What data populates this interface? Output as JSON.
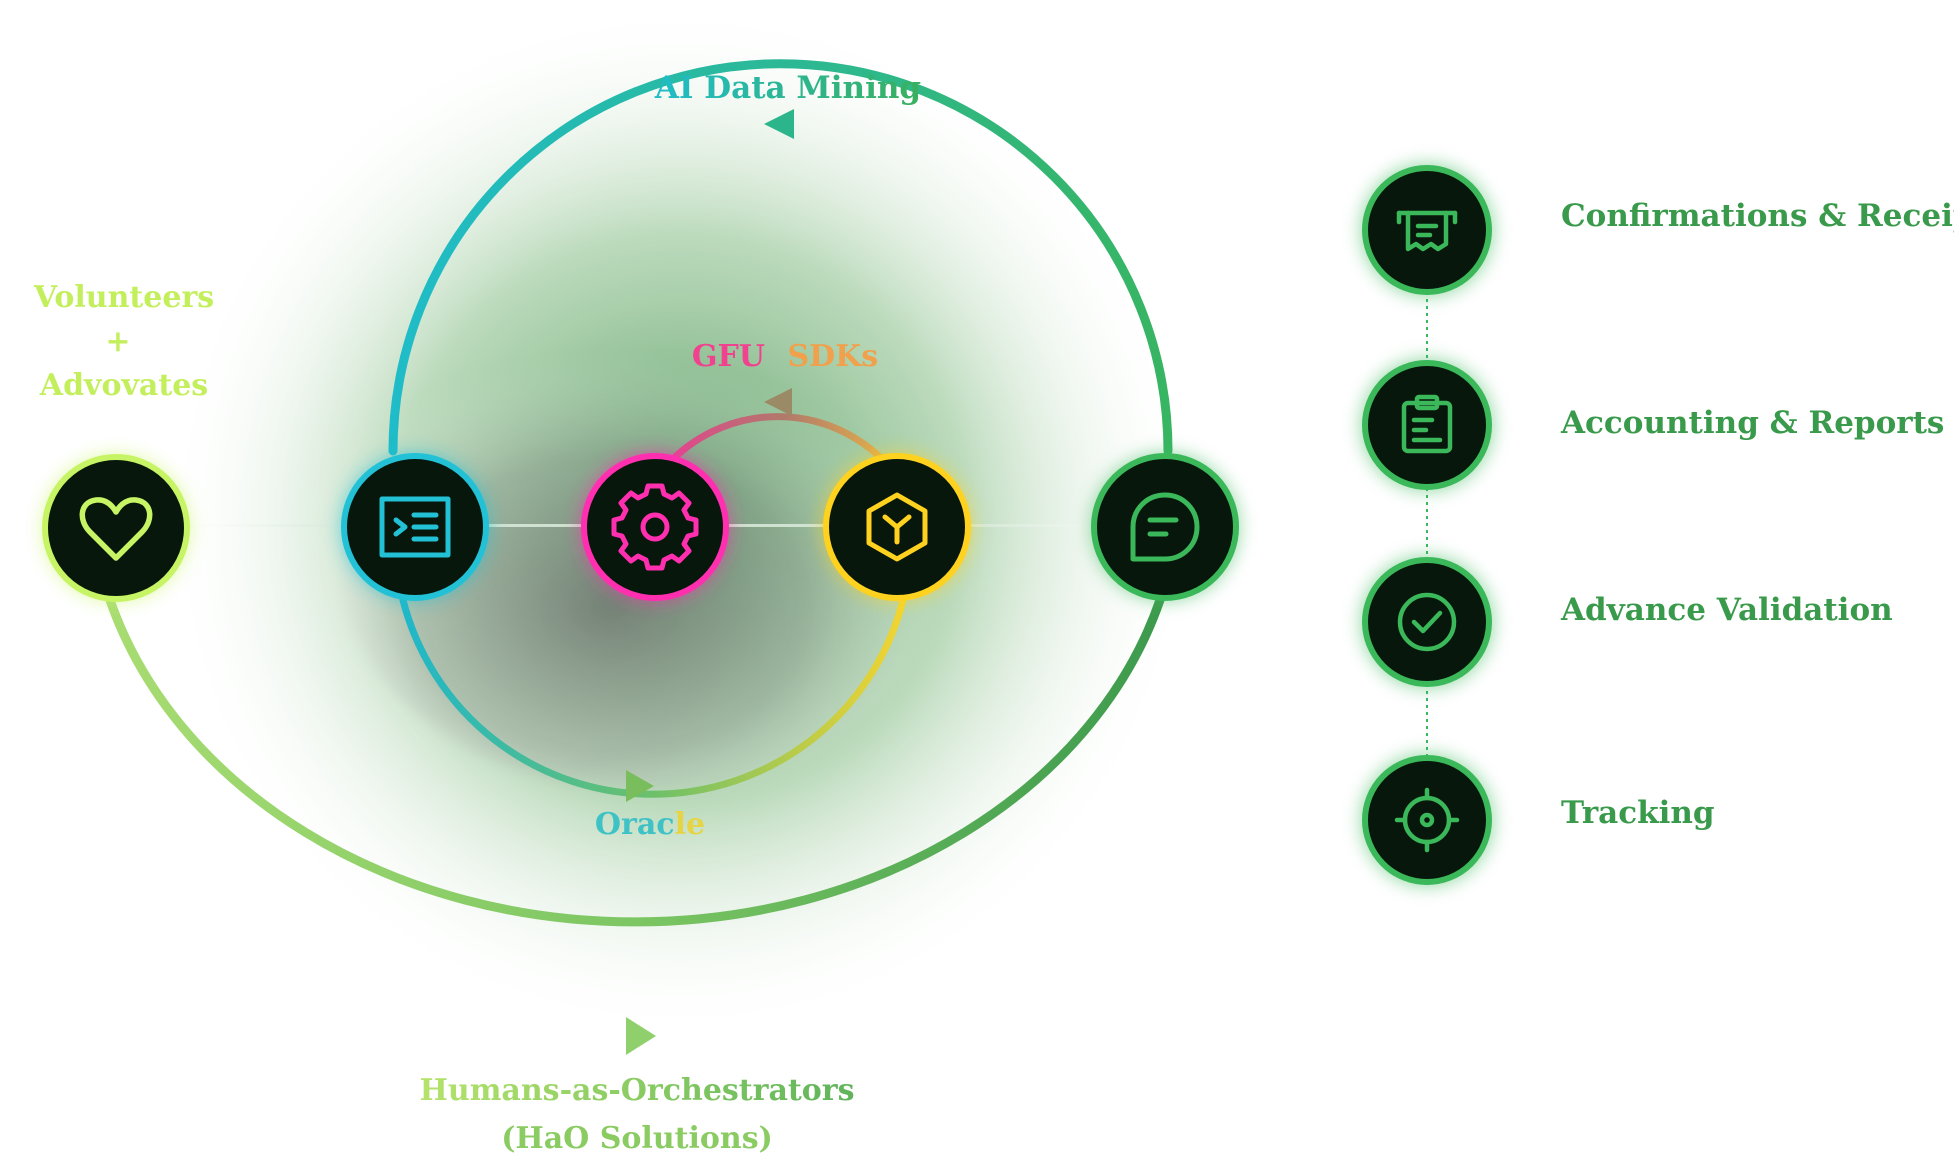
{
  "diagram": {
    "labels": {
      "top": "AI Data Mining",
      "inner_top_1": "GFU",
      "inner_top_2": "SDKs",
      "inner_bottom_1": "Orac",
      "inner_bottom_2": "le",
      "left_1": "Volunteers",
      "left_2": "+",
      "left_3": "Advovates",
      "bottom_1": "Humans-as-Orchestrators",
      "bottom_2": "(HaO Solutions)"
    },
    "nodes": [
      {
        "name": "volunteers-node",
        "icon": "heart-icon",
        "color": "#c7f464"
      },
      {
        "name": "data-mining-node",
        "icon": "terminal-list-icon",
        "color": "#22c1d6"
      },
      {
        "name": "gfu-sdk-node",
        "icon": "gear-icon",
        "color": "#ff2fb0"
      },
      {
        "name": "oracle-node",
        "icon": "cube-icon",
        "color": "#ffd21f"
      },
      {
        "name": "chat-node",
        "icon": "chat-bubble-icon",
        "color": "#3ab85a"
      }
    ],
    "list": [
      {
        "label": "Confirmations & Receipts",
        "icon": "receipt-icon"
      },
      {
        "label": "Accounting & Reports",
        "icon": "clipboard-icon"
      },
      {
        "label": "Advance Validation",
        "icon": "check-circle-icon"
      },
      {
        "label": "Tracking",
        "icon": "crosshair-icon"
      }
    ],
    "colors": {
      "node_fill": "#07170b",
      "list_green": "#3a9a4c",
      "outer_arc_top_start": "#1fbcc9",
      "outer_arc_top_end": "#38b562",
      "lower_arc_left": "#a8dc72",
      "lower_arc_right": "#3d9a4d",
      "gfu_pink": "#f0428f",
      "sdk_orange": "#f1a04b"
    }
  }
}
